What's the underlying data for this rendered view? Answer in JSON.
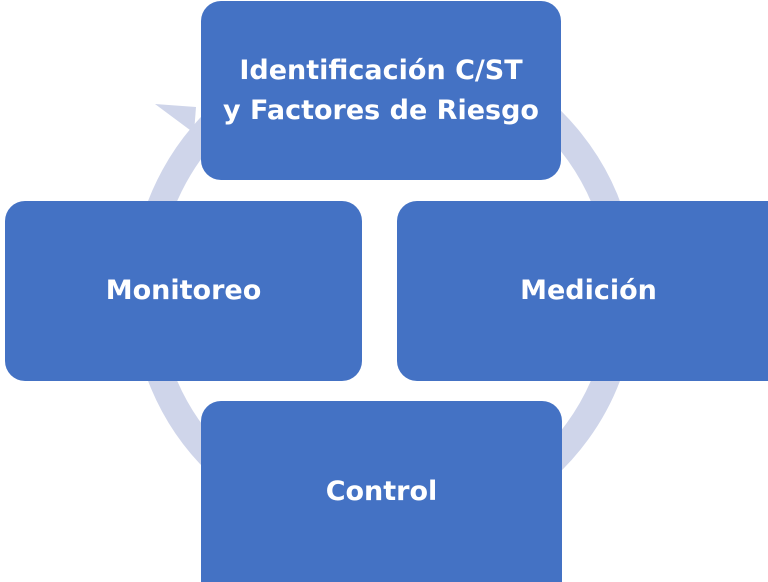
{
  "diagram": {
    "type": "cycle",
    "colors": {
      "box": "#4472C4",
      "ring": "#CFD5EA",
      "text": "#FFFFFF"
    },
    "nodes": [
      {
        "id": "top",
        "label": "Identificación C/ST\ny Factores de Riesgo"
      },
      {
        "id": "right",
        "label": "Medición"
      },
      {
        "id": "bottom",
        "label": "Control"
      },
      {
        "id": "left",
        "label": "Monitoreo"
      }
    ],
    "flow": [
      "Identificación C/ST y Factores de Riesgo",
      "Medición",
      "Control",
      "Monitoreo"
    ]
  }
}
